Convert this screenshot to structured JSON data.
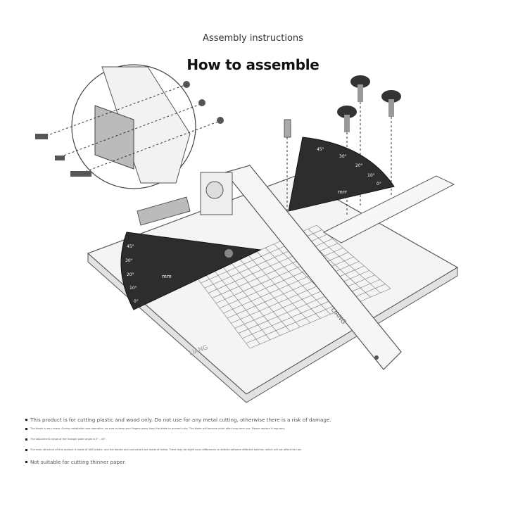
{
  "header": {
    "subtitle": "Assembly instructions",
    "title": "How to assemble"
  },
  "illustration": {
    "brand_logo": "LIANG",
    "protractor_labels": [
      "45°",
      "30°",
      "20°",
      "10°",
      "0°"
    ],
    "ruler_unit": "mm",
    "colors": {
      "base": "#f4f4f4",
      "dark_plate": "#2d2d2d",
      "outline": "#555555"
    }
  },
  "notes": [
    "This product is for cutting plastic and wood only. Do not use for any metal cutting, otherwise there is a risk of damage.",
    "The blade is very sharp. During installation and operation, be sure to keep your fingers away from the blade to prevent cuts. The blade will become blunt after long-term use. Please replace it regularly.",
    "The adjustment range of the triangle plate angle is 0° - 45°.",
    "The main structure of this product is made of ABS plastic, and the blades and connectors are made of metal. There may be slight color differences or defects between different batches, which will not affect the use.",
    "Not suitable for cutting thinner paper."
  ]
}
